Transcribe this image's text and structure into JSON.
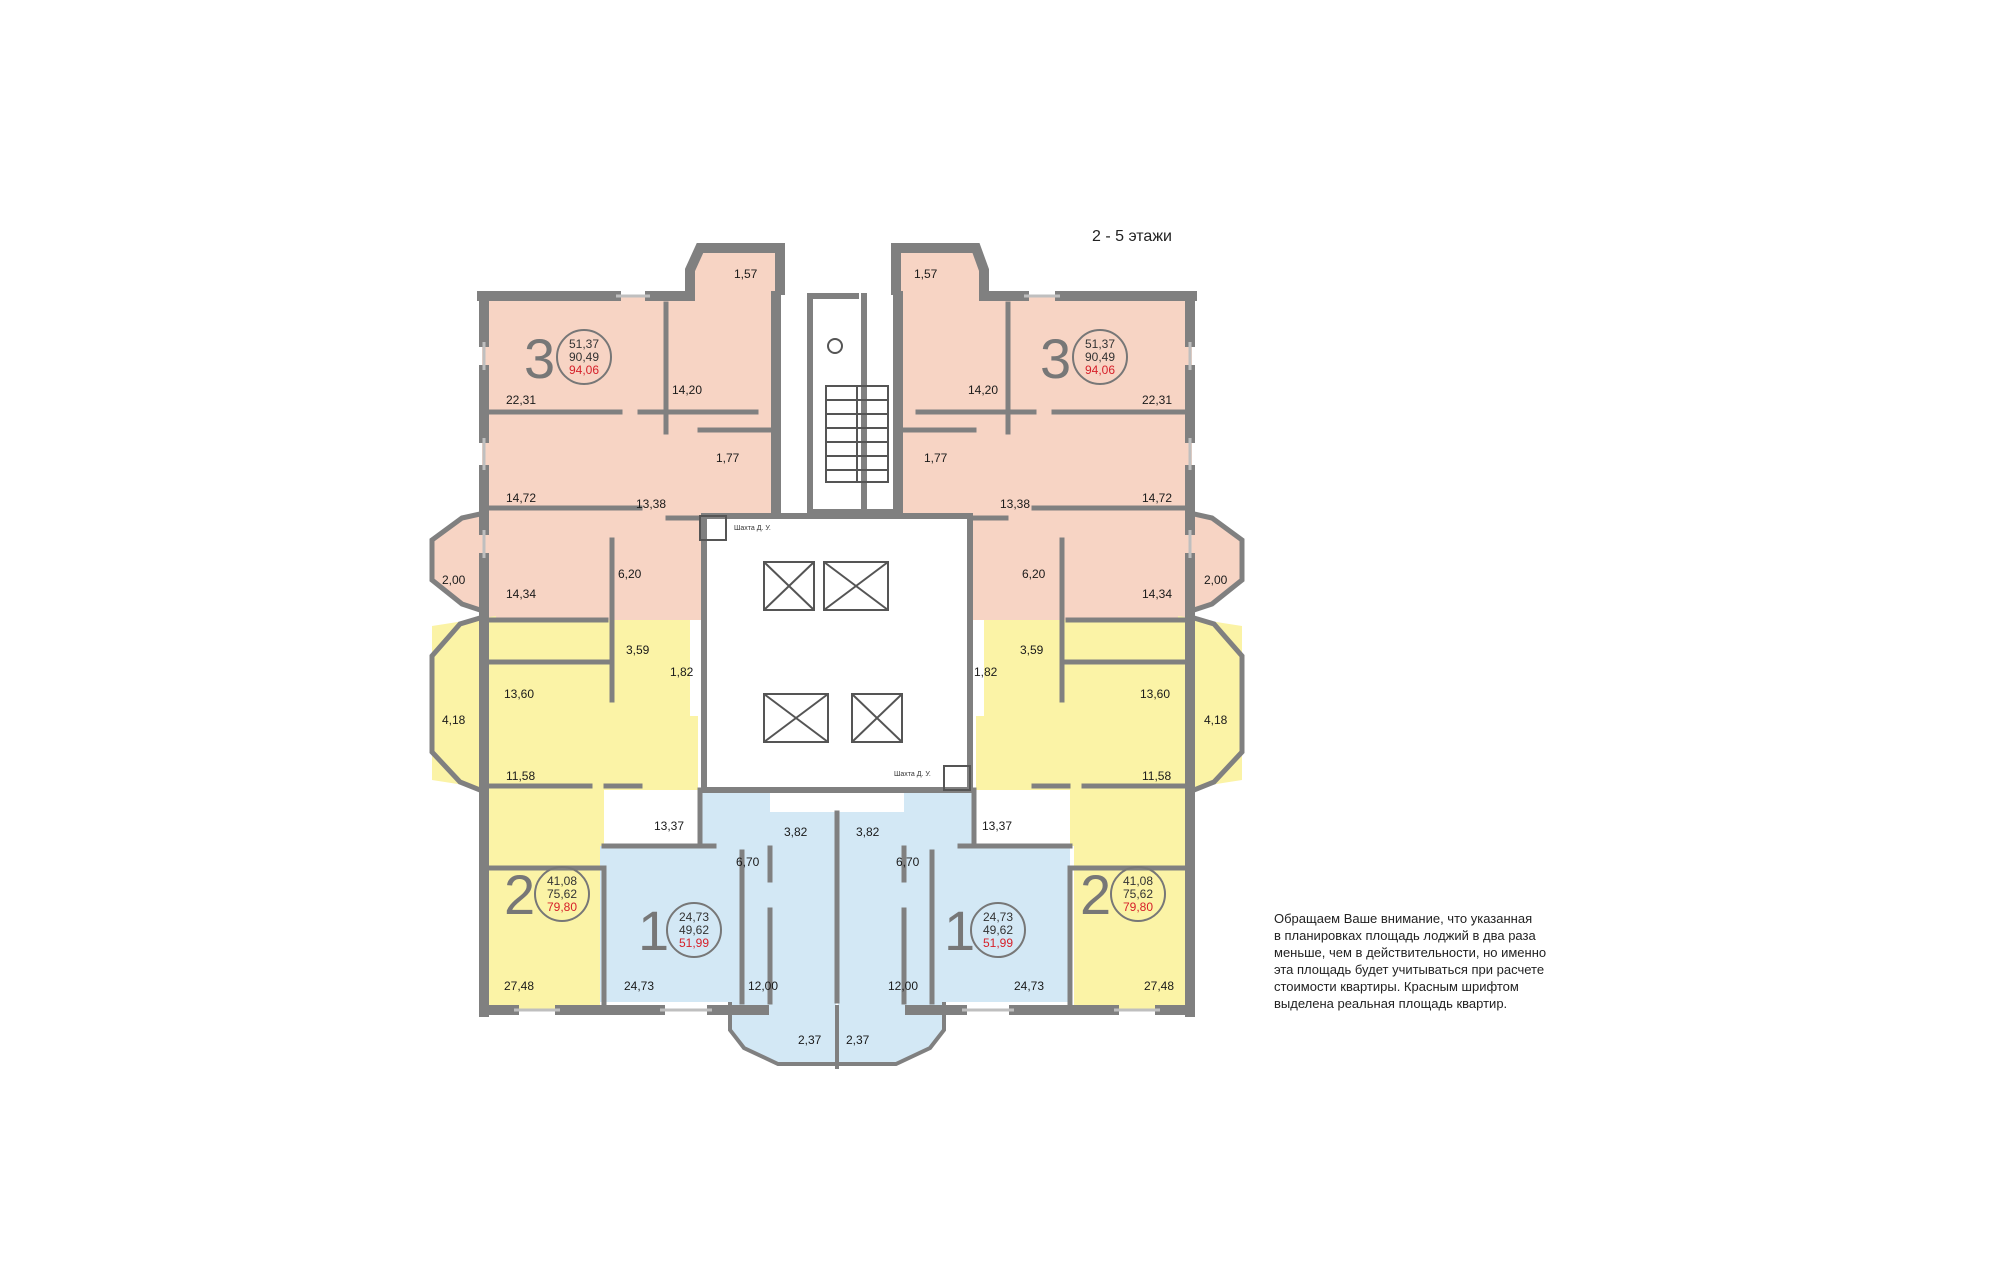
{
  "floor_title": "2 - 5 этажи",
  "note_lines": [
    "Обращаем Ваше внимание, что указанная",
    "в планировках площадь лоджий в два раза",
    "меньше, чем в действительности, но именно",
    "эта площадь будет учитываться при расчете",
    "стоимости квартиры. Красным шрифтом",
    "выделена реальная площадь квартир."
  ],
  "colors": {
    "three_room": "#f7d4c4",
    "two_room": "#fbf3a6",
    "one_room": "#d3e8f5",
    "walls": "#808080",
    "real_area": "#d6202a"
  },
  "shaft_label": "Шахта Д. У.",
  "apartments": {
    "three_left": {
      "rooms": "3",
      "living": "51,37",
      "total": "90,49",
      "real": "94,06"
    },
    "three_right": {
      "rooms": "3",
      "living": "51,37",
      "total": "90,49",
      "real": "94,06"
    },
    "two_left": {
      "rooms": "2",
      "living": "41,08",
      "total": "75,62",
      "real": "79,80"
    },
    "two_right": {
      "rooms": "2",
      "living": "41,08",
      "total": "75,62",
      "real": "79,80"
    },
    "one_left": {
      "rooms": "1",
      "living": "24,73",
      "total": "49,62",
      "real": "51,99"
    },
    "one_right": {
      "rooms": "1",
      "living": "24,73",
      "total": "49,62",
      "real": "51,99"
    }
  },
  "room_areas": {
    "tl_loggia": "1,57",
    "tl_living": "22,31",
    "tl_kitchen": "14,20",
    "tl_wc": "1,77",
    "tl_bed": "14,72",
    "tl_hall": "13,38",
    "tl_bath": "6,20",
    "tl_loggia2": "2,00",
    "tl_bed2": "14,34",
    "tr_loggia": "1,57",
    "tr_living": "22,31",
    "tr_kitchen": "14,20",
    "tr_wc": "1,77",
    "tr_bed": "14,72",
    "tr_hall": "13,38",
    "tr_bath": "6,20",
    "tr_loggia2": "2,00",
    "tr_bed2": "14,34",
    "ml_bath": "3,59",
    "ml_wc": "1,82",
    "ml_bed": "13,60",
    "ml_loggia": "4,18",
    "ml_kitchen": "11,58",
    "ml_hall": "13,37",
    "ml_living": "27,48",
    "mr_bath": "3,59",
    "mr_wc": "1,82",
    "mr_bed": "13,60",
    "mr_loggia": "4,18",
    "mr_kitchen": "11,58",
    "mr_hall": "13,37",
    "mr_living": "27,48",
    "bl_bath": "3,82",
    "bl_hall": "6,70",
    "bl_living": "24,73",
    "bl_kitchen": "12,00",
    "bl_loggia": "2,37",
    "br_bath": "3,82",
    "br_hall": "6,70",
    "br_living": "24,73",
    "br_kitchen": "12,00",
    "br_loggia": "2,37"
  }
}
